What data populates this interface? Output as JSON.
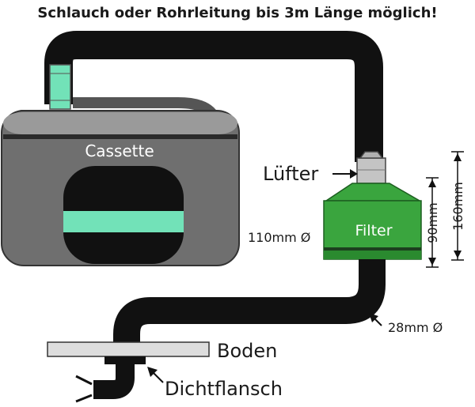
{
  "diagram": {
    "title": "Schlauch oder Rohrleitung bis 3m Länge möglich!",
    "labels": {
      "cassette": "Cassette",
      "fan": "Lüfter",
      "filter": "Filter",
      "floor": "Boden",
      "sealing_flange": "Dichtflansch"
    },
    "dimensions": {
      "filter_diameter": "110mm Ø",
      "hose_diameter": "28mm Ø",
      "filter_height": "90mm",
      "total_height": "160mm"
    },
    "colors": {
      "hose": "#111111",
      "cassette_body": "#6f6f6f",
      "cassette_top": "#b4b4b4",
      "filter_green": "#3aa53e",
      "filter_dark_green": "#2a8a2f",
      "accent_mint": "#72e2b8",
      "fan_gray": "#c4c4c4",
      "floor_plate": "#dddddd"
    }
  }
}
